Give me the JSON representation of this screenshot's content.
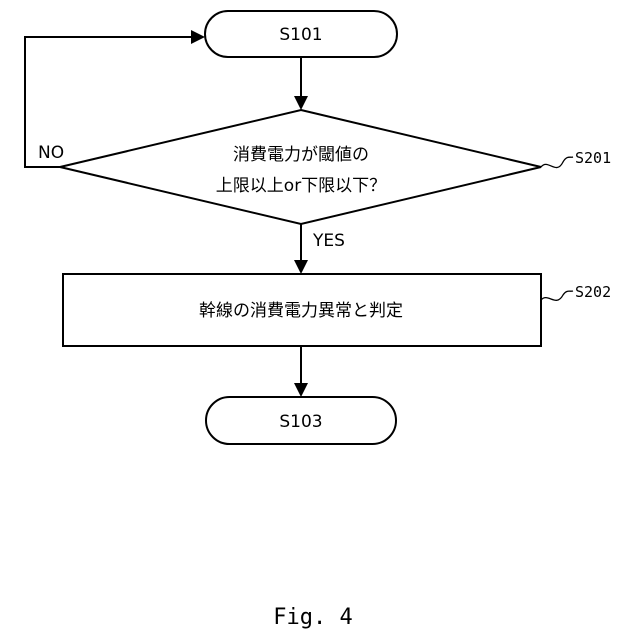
{
  "nodes": {
    "start": {
      "label": "S101"
    },
    "decision": {
      "line1": "消費電力が閾値の",
      "line2": "上限以上or下限以下？",
      "ref": "S201"
    },
    "process": {
      "label": "幹線の消費電力異常と判定",
      "ref": "S202"
    },
    "end": {
      "label": "S103"
    }
  },
  "edges": {
    "no_label": "NO",
    "yes_label": "YES"
  },
  "figure": {
    "caption": "Fig. 4"
  }
}
